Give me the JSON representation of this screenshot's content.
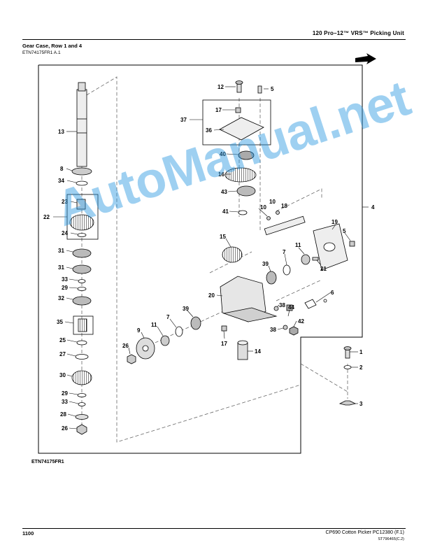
{
  "header": {
    "title": "120 Pro–12™ VRS™ Picking Unit"
  },
  "section": {
    "title": "Gear Case, Row 1 and 4",
    "code": "ETN74175FR1 A.1"
  },
  "figure": {
    "code": "ETN74175FR1"
  },
  "footer": {
    "page": "1100",
    "info": "CP690 Cotton Picker   PC12380   (F.1)",
    "sub": "ST796465(C.2)"
  },
  "watermark": "AutoManual.net",
  "callouts": {
    "c13": "13",
    "c8": "8",
    "c34": "34",
    "c22": "22",
    "c23": "23",
    "c24": "24",
    "c31a": "31",
    "c31b": "31",
    "c33a": "33",
    "c29a": "29",
    "c32": "32",
    "c35": "35",
    "c25": "25",
    "c27": "27",
    "c30": "30",
    "c29b": "29",
    "c33b": "33",
    "c28": "28",
    "c26a": "26",
    "c12": "12",
    "c5a": "5",
    "c17a": "17",
    "c37": "37",
    "c36": "36",
    "c40": "40",
    "c16": "16",
    "c43": "43",
    "c41": "41",
    "c10a": "10",
    "c10b": "10",
    "c18": "18",
    "c4": "4",
    "c19": "19",
    "c5b": "5",
    "c15": "15",
    "c7a": "7",
    "c11a": "11",
    "c39a": "39",
    "c21": "21",
    "c20": "20",
    "c6": "6",
    "c38a": "38",
    "c44": "44",
    "c38b": "38",
    "c42": "42",
    "c17b": "17",
    "c14": "14",
    "c7b": "7",
    "c11b": "11",
    "c39b": "39",
    "c9": "9",
    "c26b": "26",
    "c1": "1",
    "c2": "2",
    "c3": "3"
  }
}
